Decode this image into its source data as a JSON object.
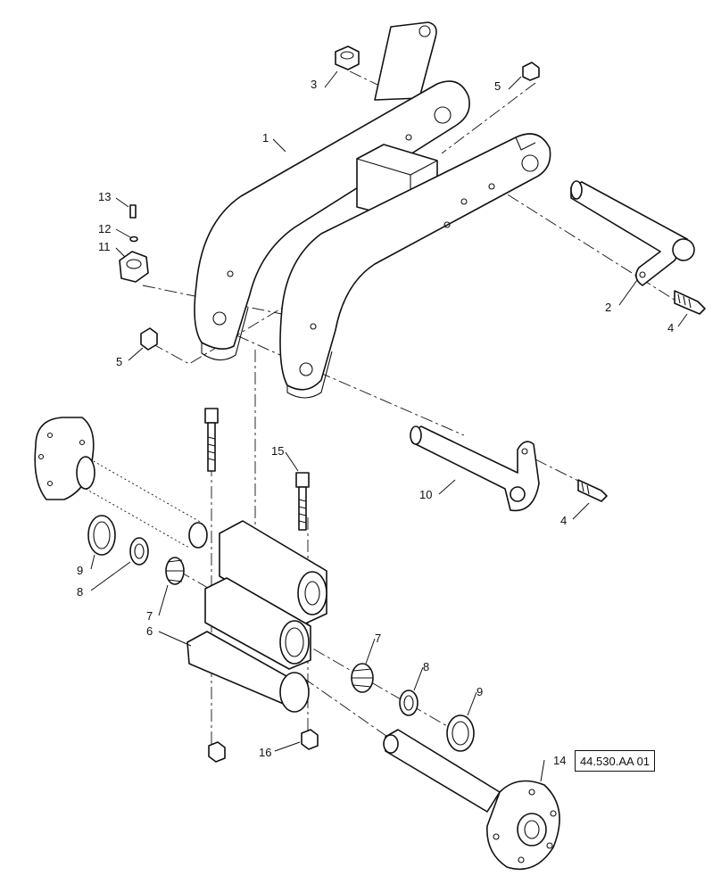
{
  "callouts": [
    {
      "id": "c3",
      "text": "3"
    },
    {
      "id": "c5a",
      "text": "5"
    },
    {
      "id": "c1",
      "text": "1"
    },
    {
      "id": "c13",
      "text": "13"
    },
    {
      "id": "c12",
      "text": "12"
    },
    {
      "id": "c11",
      "text": "11"
    },
    {
      "id": "c2",
      "text": "2"
    },
    {
      "id": "c4a",
      "text": "4"
    },
    {
      "id": "c5b",
      "text": "5"
    },
    {
      "id": "c15",
      "text": "15"
    },
    {
      "id": "c10",
      "text": "10"
    },
    {
      "id": "c4b",
      "text": "4"
    },
    {
      "id": "c9a",
      "text": "9"
    },
    {
      "id": "c8a",
      "text": "8"
    },
    {
      "id": "c7a",
      "text": "7"
    },
    {
      "id": "c6",
      "text": "6"
    },
    {
      "id": "c7b",
      "text": "7"
    },
    {
      "id": "c8b",
      "text": "8"
    },
    {
      "id": "c9b",
      "text": "9"
    },
    {
      "id": "c16",
      "text": "16"
    },
    {
      "id": "c14",
      "text": "14"
    }
  ],
  "reference": "44.530.AA 01"
}
